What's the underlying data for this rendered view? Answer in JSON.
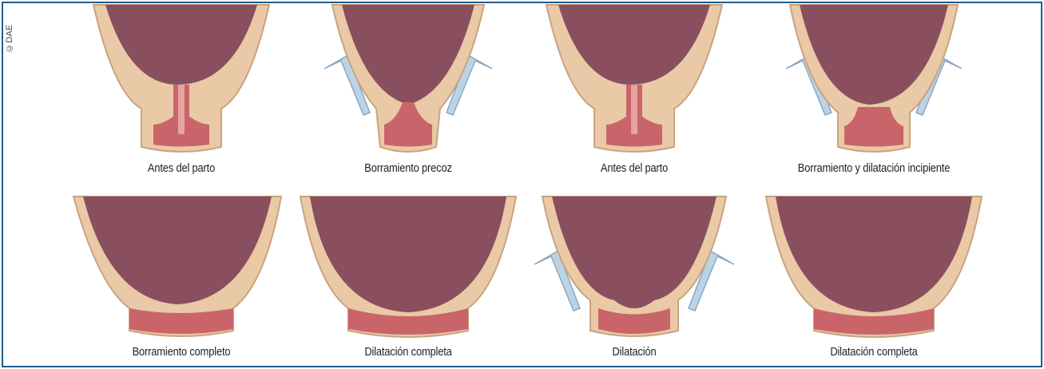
{
  "copyright": "©DAE",
  "panels": [
    {
      "id": "p1",
      "caption": "Antes del parto",
      "stage": "closed-long",
      "arrows": false
    },
    {
      "id": "p2",
      "caption": "Borramiento precoz",
      "stage": "early-effacement",
      "arrows": true
    },
    {
      "id": "p3",
      "caption": "Antes del parto",
      "stage": "closed-long",
      "arrows": false
    },
    {
      "id": "p4",
      "caption": "Borramiento y dilatación incipiente",
      "stage": "early-dilation",
      "arrows": true
    },
    {
      "id": "p5",
      "caption": "Borramiento completo",
      "stage": "full-effacement",
      "arrows": false
    },
    {
      "id": "p6",
      "caption": "Dilatación completa",
      "stage": "full-dilation",
      "arrows": false
    },
    {
      "id": "p7",
      "caption": "Dilatación",
      "stage": "dilation",
      "arrows": true
    },
    {
      "id": "p8",
      "caption": "Dilatación completa",
      "stage": "full-dilation",
      "arrows": false
    }
  ],
  "colors": {
    "border": "#1d5d8e",
    "tissue": "#e9c9a6",
    "cavity": "#8a4f5e",
    "canal": "#c9656a",
    "arrow": "#bcd3e6"
  }
}
